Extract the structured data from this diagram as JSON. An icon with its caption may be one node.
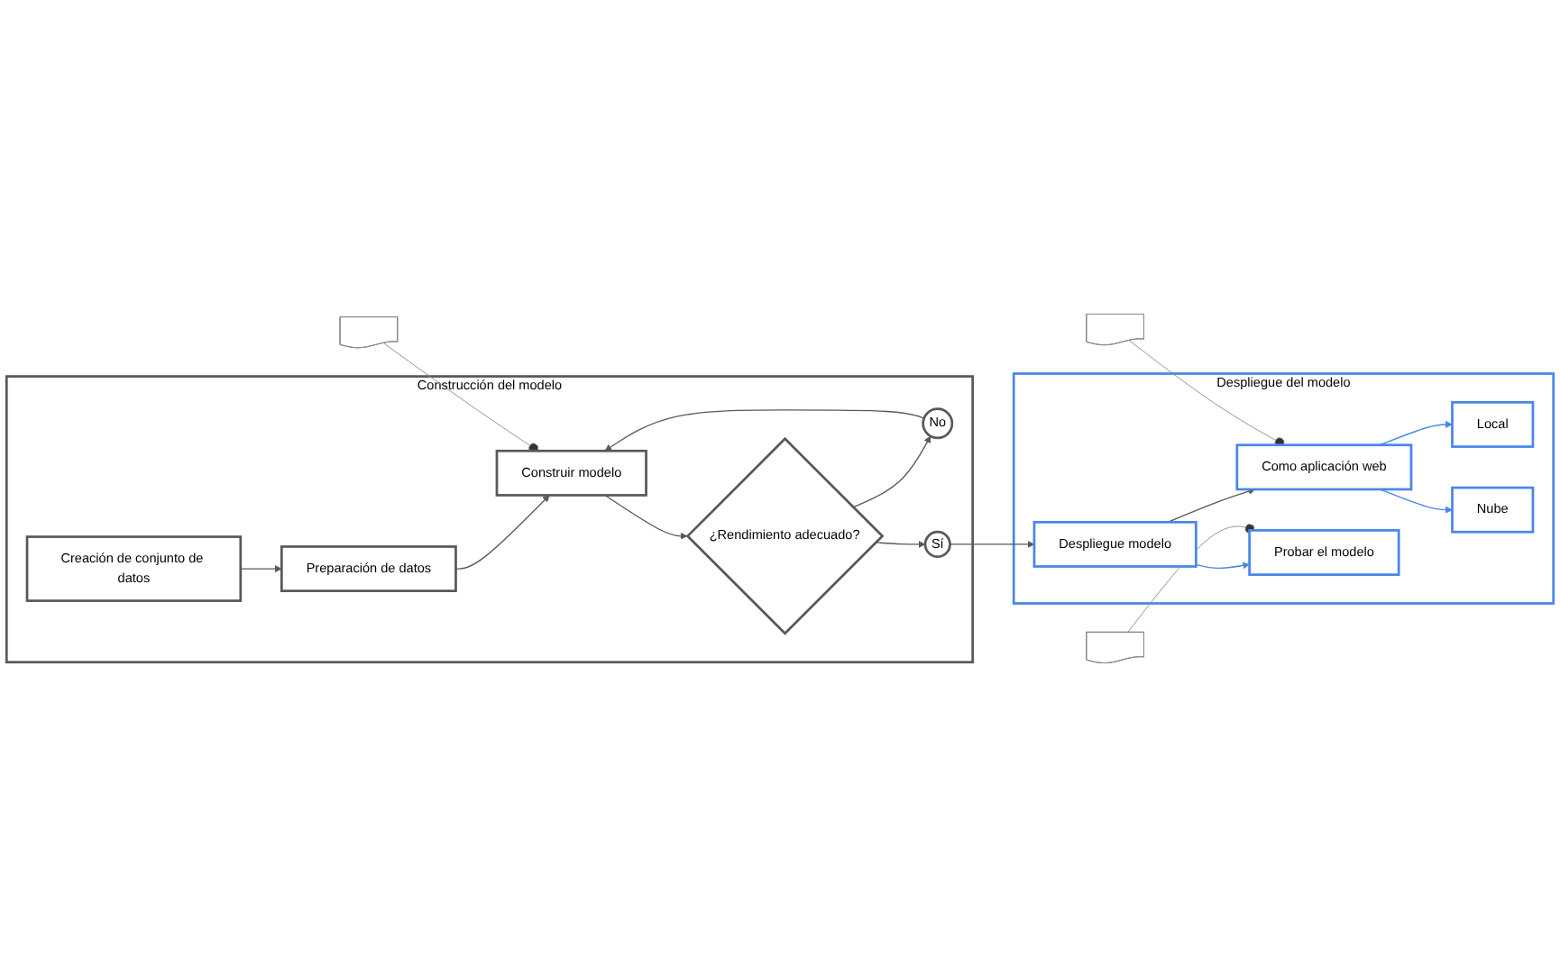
{
  "diagram": {
    "nodes": [
      {
        "text": [
          "Construcción del modelo"
        ]
      },
      {
        "text": [
          "Creación de conjunto de datos"
        ],
        "in": 0
      },
      {
        "text": [
          "Preparación de datos"
        ],
        "in": 0
      },
      {
        "text": [
          "Construir modelo"
        ],
        "in": 0
      },
      {
        "text": [
          "¿Rendimiento adecuado?"
        ],
        "in": 0
      },
      {
        "text": [
          "No"
        ],
        "in": 0
      },
      {
        "text": [
          "Sí"
        ],
        "in": 0
      },
      {
        "text": [
          "Despliegue del modelo"
        ]
      },
      {
        "text": [
          "Local"
        ],
        "in": 7
      },
      {
        "text": [
          "Nube"
        ],
        "in": 7
      },
      {
        "text": [
          "Como aplicación web"
        ],
        "in": 7
      },
      {
        "text": [
          "Despliegue modelo"
        ],
        "in": 7
      },
      {
        "text": [
          "Probar el modelo"
        ],
        "in": 7
      },
      {
        "text": [],
        "shape": "note"
      },
      {
        "text": [],
        "shape": "note"
      },
      {
        "text": [],
        "shape": "note"
      }
    ],
    "edges": [
      {
        "from": 1,
        "to": 2,
        "arrow": "to"
      },
      {
        "from": 2,
        "to": 3,
        "arrow": "to"
      },
      {
        "from": 3,
        "to": 4,
        "arrow": "to"
      },
      {
        "from": 4,
        "to": 5,
        "arrow": "to"
      },
      {
        "from": 5,
        "to": 3,
        "arrow": "to"
      },
      {
        "from": 4,
        "to": 6,
        "arrow": "to"
      },
      {
        "from": 6,
        "to": 11,
        "arrow": "to"
      },
      {
        "from": 11,
        "to": 10,
        "arrow": "to"
      },
      {
        "from": 10,
        "to": 8,
        "arrow": "to",
        "color": "#4a86e8"
      },
      {
        "from": 10,
        "to": 9,
        "arrow": "to",
        "color": "#4a86e8"
      },
      {
        "from": 11,
        "to": 12,
        "arrow": "to",
        "color": "#4a86e8"
      },
      {
        "from": 13,
        "to": 3,
        "arrow": "other"
      },
      {
        "from": 14,
        "to": 10,
        "arrow": "other"
      },
      {
        "from": 15,
        "to": 12,
        "arrow": "other"
      }
    ]
  }
}
